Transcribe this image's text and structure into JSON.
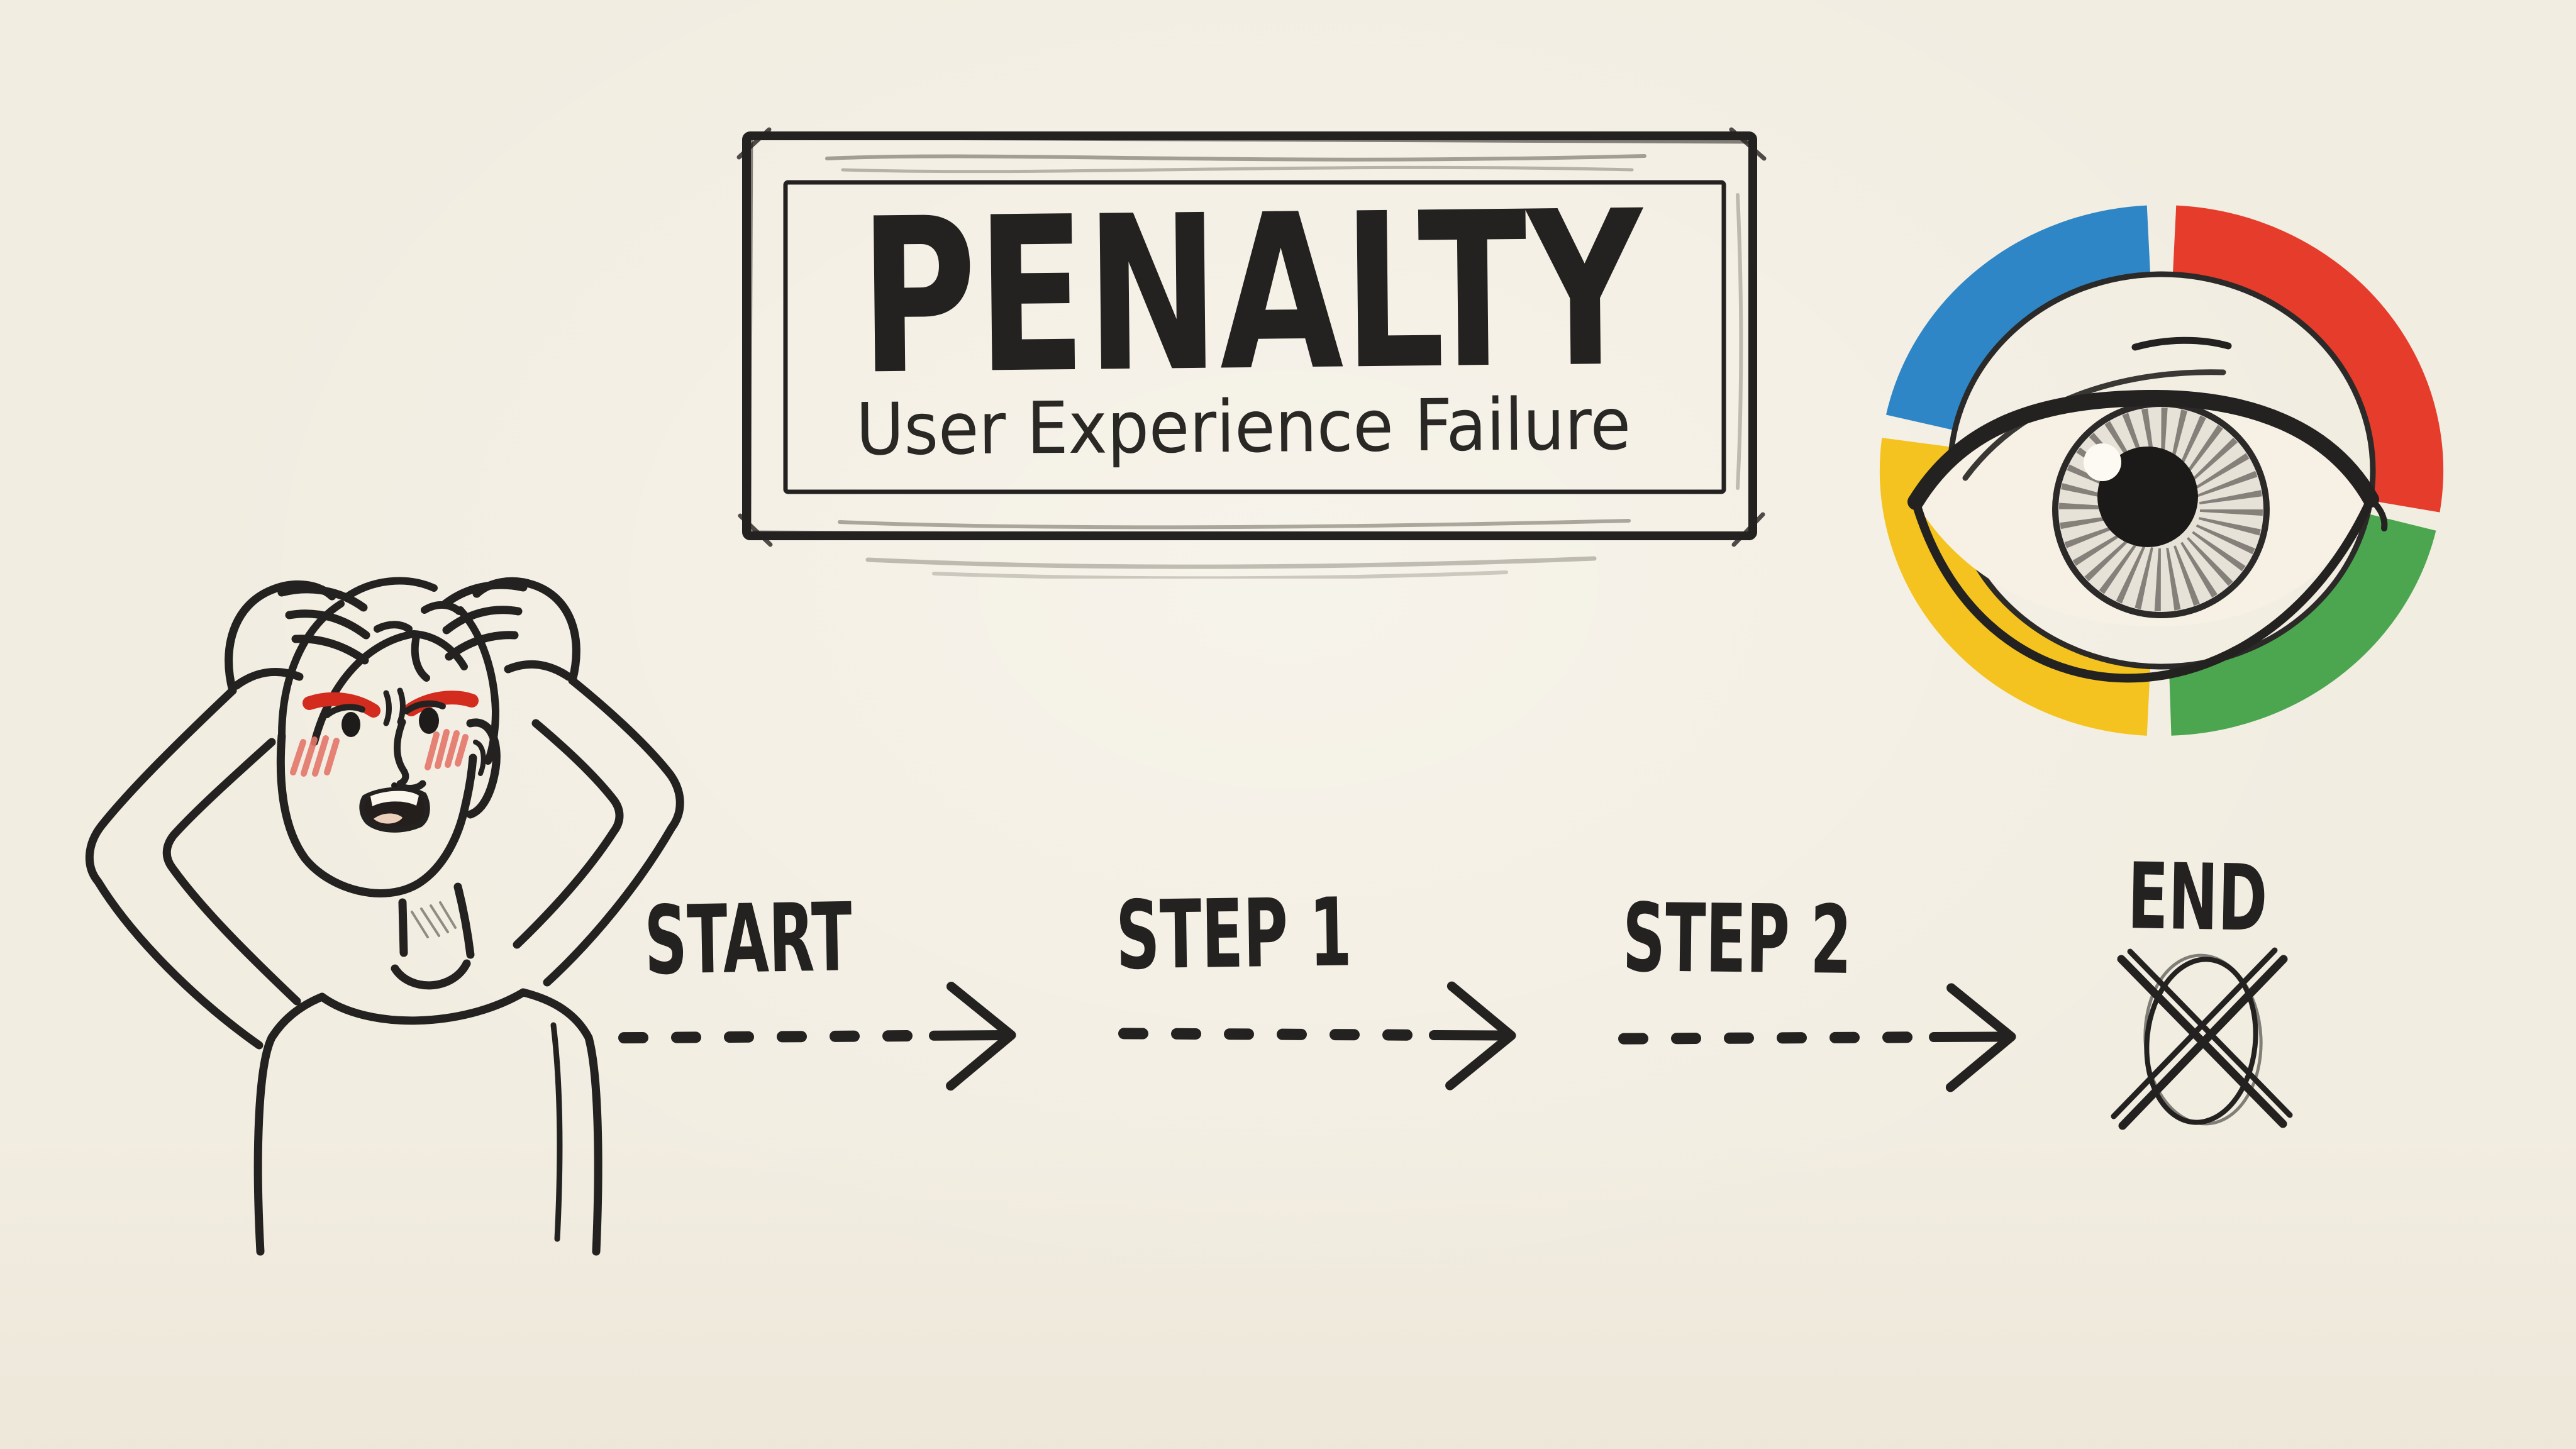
{
  "page": {
    "background": "#f2ede1",
    "ink": "#242220"
  },
  "title_box": {
    "title": "PENALTY",
    "subtitle": "User Experience Failure"
  },
  "logo_eye": {
    "name": "google-colored-eye-logo",
    "colors": {
      "blue": "#2e86c6",
      "red": "#e63c2b",
      "green": "#4ba64f",
      "yellow": "#f4c31f"
    }
  },
  "illustration": {
    "name": "frustrated-person",
    "colors": {
      "brow_red": "#d32c1e",
      "blush": "#e4766a",
      "tongue": "#ecd0bc"
    }
  },
  "flow": {
    "steps": [
      {
        "label": "START"
      },
      {
        "label": "STEP 1"
      },
      {
        "label": "STEP 2"
      },
      {
        "label": "END"
      }
    ]
  }
}
